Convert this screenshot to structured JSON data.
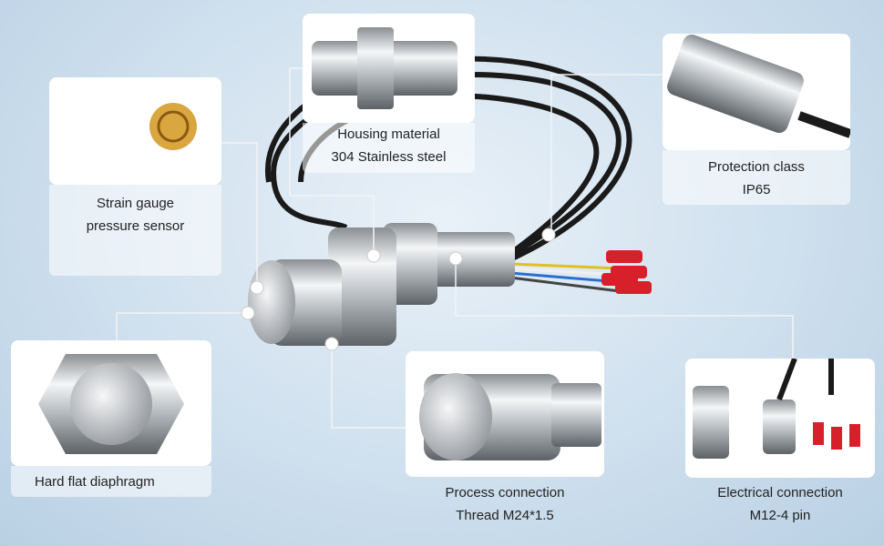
{
  "callouts": [
    {
      "id": "strain",
      "line1": "Strain gauge",
      "line2": "pressure sensor"
    },
    {
      "id": "housing",
      "line1": "Housing material",
      "line2": "304 Stainless steel"
    },
    {
      "id": "protection",
      "line1": "Protection class",
      "line2": "IP65"
    },
    {
      "id": "diaphragm",
      "line1": "Hard flat diaphragm"
    },
    {
      "id": "process",
      "line1": "Process connection",
      "line2": "Thread M24*1.5"
    },
    {
      "id": "electrical",
      "line1": "Electrical connection",
      "line2": "M12-4 pin"
    }
  ],
  "colors": {
    "background": "#cfe0ee",
    "card": "#ffffff",
    "line": "#f2f4f6",
    "steel": "#c8ccd0",
    "cable": "#1a1a1a",
    "terminal": "#d8202a"
  }
}
